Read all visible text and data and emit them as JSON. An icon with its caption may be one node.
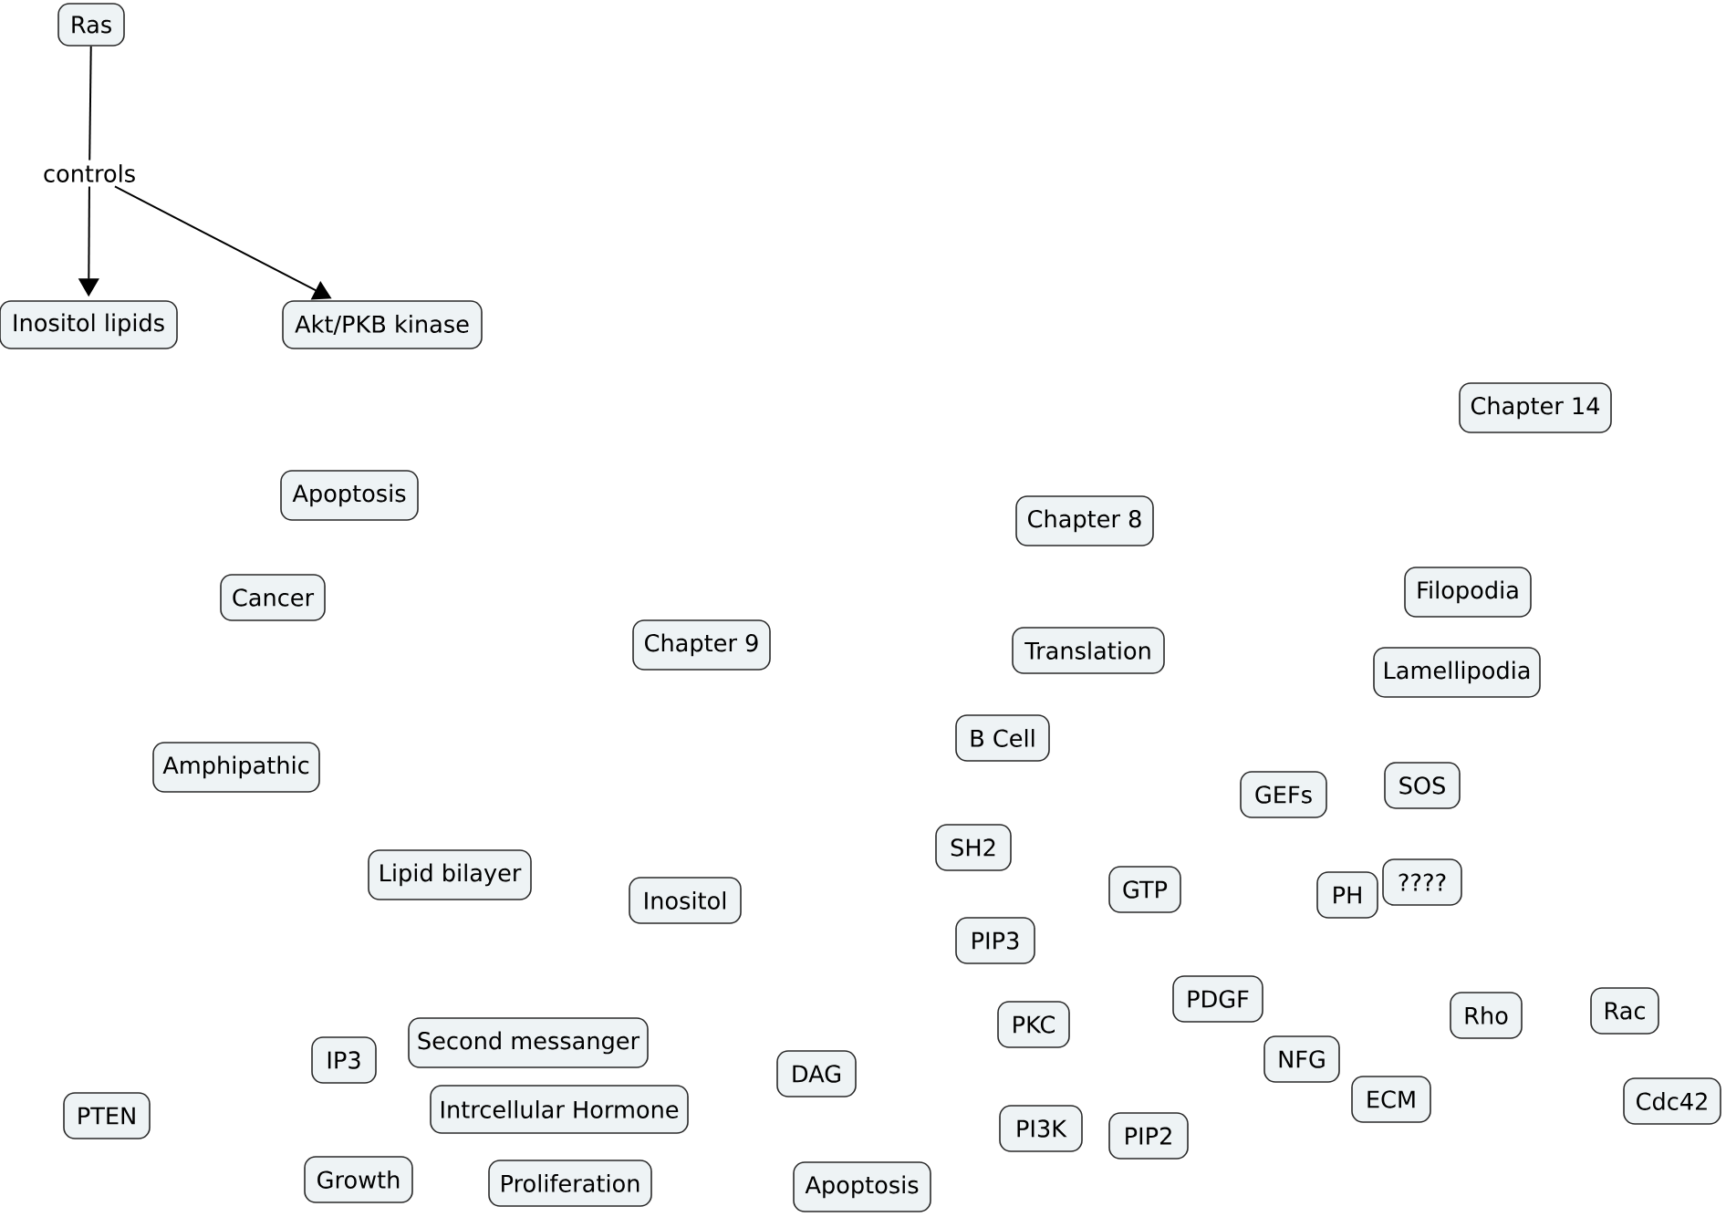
{
  "diagram": {
    "nodes": [
      {
        "text": [
          "Ras"
        ]
      },
      {
        "text": [
          "controls"
        ]
      },
      {
        "text": [
          "Inositol lipids"
        ]
      },
      {
        "text": [
          "Akt/PKB kinase"
        ]
      },
      {
        "text": [
          "Chapter 14"
        ]
      },
      {
        "text": [
          "Apoptosis"
        ]
      },
      {
        "text": [
          "Chapter 8"
        ]
      },
      {
        "text": [
          "Filopodia"
        ]
      },
      {
        "text": [
          "Cancer"
        ]
      },
      {
        "text": [
          "Chapter 9"
        ]
      },
      {
        "text": [
          "Translation"
        ]
      },
      {
        "text": [
          "Lamellipodia"
        ]
      },
      {
        "text": [
          "Amphipathic"
        ]
      },
      {
        "text": [
          "B Cell"
        ]
      },
      {
        "text": [
          "SOS"
        ]
      },
      {
        "text": [
          "GEFs"
        ]
      },
      {
        "text": [
          "SH2"
        ]
      },
      {
        "text": [
          "Lipid bilayer"
        ]
      },
      {
        "text": [
          "????"
        ]
      },
      {
        "text": [
          "GTP"
        ]
      },
      {
        "text": [
          "PH"
        ]
      },
      {
        "text": [
          "Inositol"
        ]
      },
      {
        "text": [
          "PIP3"
        ]
      },
      {
        "text": [
          "PDGF"
        ]
      },
      {
        "text": [
          "Rac"
        ]
      },
      {
        "text": [
          "Rho"
        ]
      },
      {
        "text": [
          "PKC"
        ]
      },
      {
        "text": [
          "Second messanger"
        ]
      },
      {
        "text": [
          "IP3"
        ]
      },
      {
        "text": [
          "NFG"
        ]
      },
      {
        "text": [
          "DAG"
        ]
      },
      {
        "text": [
          "ECM"
        ]
      },
      {
        "text": [
          "Cdc42"
        ]
      },
      {
        "text": [
          "PTEN"
        ]
      },
      {
        "text": [
          "Intrcellular Hormone"
        ]
      },
      {
        "text": [
          "PI3K"
        ]
      },
      {
        "text": [
          "PIP2"
        ]
      },
      {
        "text": [
          "Growth"
        ]
      },
      {
        "text": [
          "Proliferation"
        ]
      },
      {
        "text": [
          "Apoptosis"
        ]
      }
    ],
    "edges": [
      {
        "from": 0,
        "to": 1,
        "arrow": "none"
      },
      {
        "from": 1,
        "to": 2,
        "arrow": "to"
      },
      {
        "from": 1,
        "to": 3,
        "arrow": "to"
      }
    ]
  }
}
